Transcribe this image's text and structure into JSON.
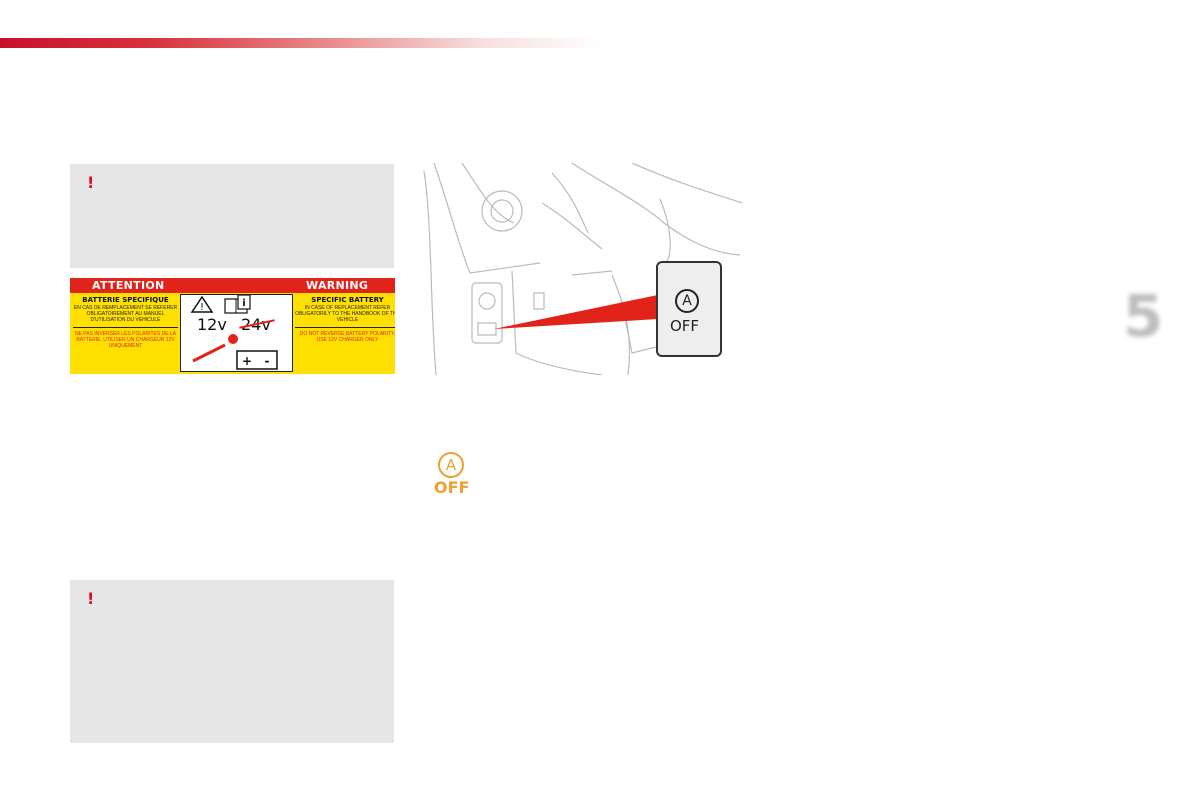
{
  "header": {
    "accent_color": "#c8102e"
  },
  "notes": [
    {
      "icon": "exclamation-icon",
      "mark": "!"
    },
    {
      "icon": "exclamation-icon",
      "mark": "!"
    }
  ],
  "battery_label": {
    "head_left": "ATTENTION",
    "head_right": "WARNING",
    "left_title": "BATTERIE SPECIFIQUE",
    "left_small": "EN CAS DE REMPLACEMENT SE REFERER OBLIGATOIREMENT AU MANUEL D'UTILISATION DU VEHICULE",
    "left_red": "NE PAS INVERSER LES POLARITES DE LA BATTERIE, UTILISER UN CHARGEUR 12V UNIQUEMENT",
    "right_title": "SPECIFIC BATTERY",
    "right_small": "IN CASE OF REPLACEMENT REFER OBLIGATORILY TO THE HANDBOOK OF THE VEHICLE",
    "right_red": "DO NOT REVERSE BATTERY POLARITY, USE 12V CHARGER ONLY",
    "voltage_ok": "12v",
    "voltage_crossed": "24v",
    "plus": "+",
    "minus": "-",
    "info": "i",
    "warn": "!",
    "colors": {
      "yellow": "#ffe000",
      "red": "#e2231a"
    }
  },
  "illustration": {
    "button_symbol": "A",
    "button_text": "OFF",
    "pointer_color": "#e2231a"
  },
  "indicator": {
    "symbol": "A",
    "text": "OFF",
    "color": "#f0a030"
  },
  "chapter_number": "5"
}
